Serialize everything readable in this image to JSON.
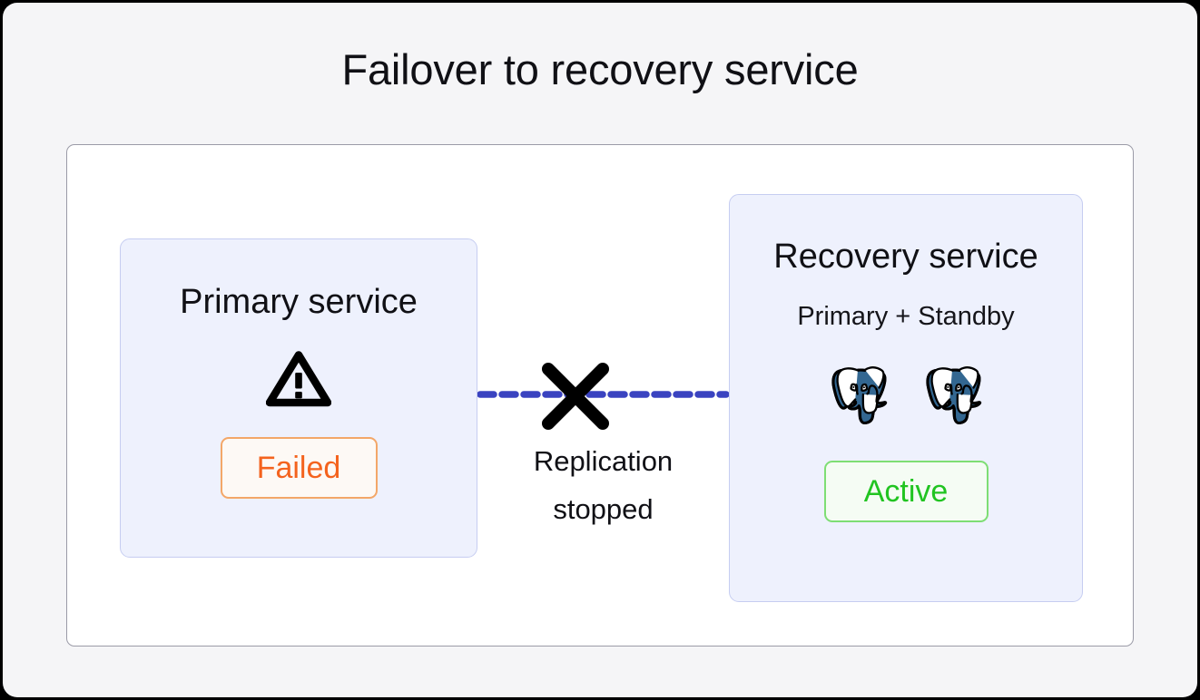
{
  "diagram": {
    "title": "Failover to recovery service",
    "background_color": "#f5f5f7",
    "panel_color": "#ffffff",
    "panel_border_color": "#9b9ba7"
  },
  "primary_service": {
    "title": "Primary service",
    "icon": "warning-triangle-icon",
    "status_label": "Failed",
    "status_color": "#f4631e",
    "status_border_color": "#f3a768",
    "status_background": "#fdf9f5",
    "card_background": "#eef1fd",
    "card_border_color": "#c6cdf1"
  },
  "connector": {
    "label_line1": "Replication",
    "label_line2": "stopped",
    "line_style": "dashed",
    "line_color": "#3a43c0",
    "break_icon": "x-cross-icon",
    "break_icon_color": "#000000"
  },
  "recovery_service": {
    "title": "Recovery service",
    "subtitle": "Primary + Standby",
    "nodes": [
      {
        "icon": "postgresql-elephant-icon",
        "role": "Primary"
      },
      {
        "icon": "postgresql-elephant-icon",
        "role": "Standby"
      }
    ],
    "node_color": "#336791",
    "status_label": "Active",
    "status_color": "#21c421",
    "status_border_color": "#7ede74",
    "status_background": "#f5fcf4",
    "card_background": "#eef1fd",
    "card_border_color": "#c6cdf1"
  }
}
